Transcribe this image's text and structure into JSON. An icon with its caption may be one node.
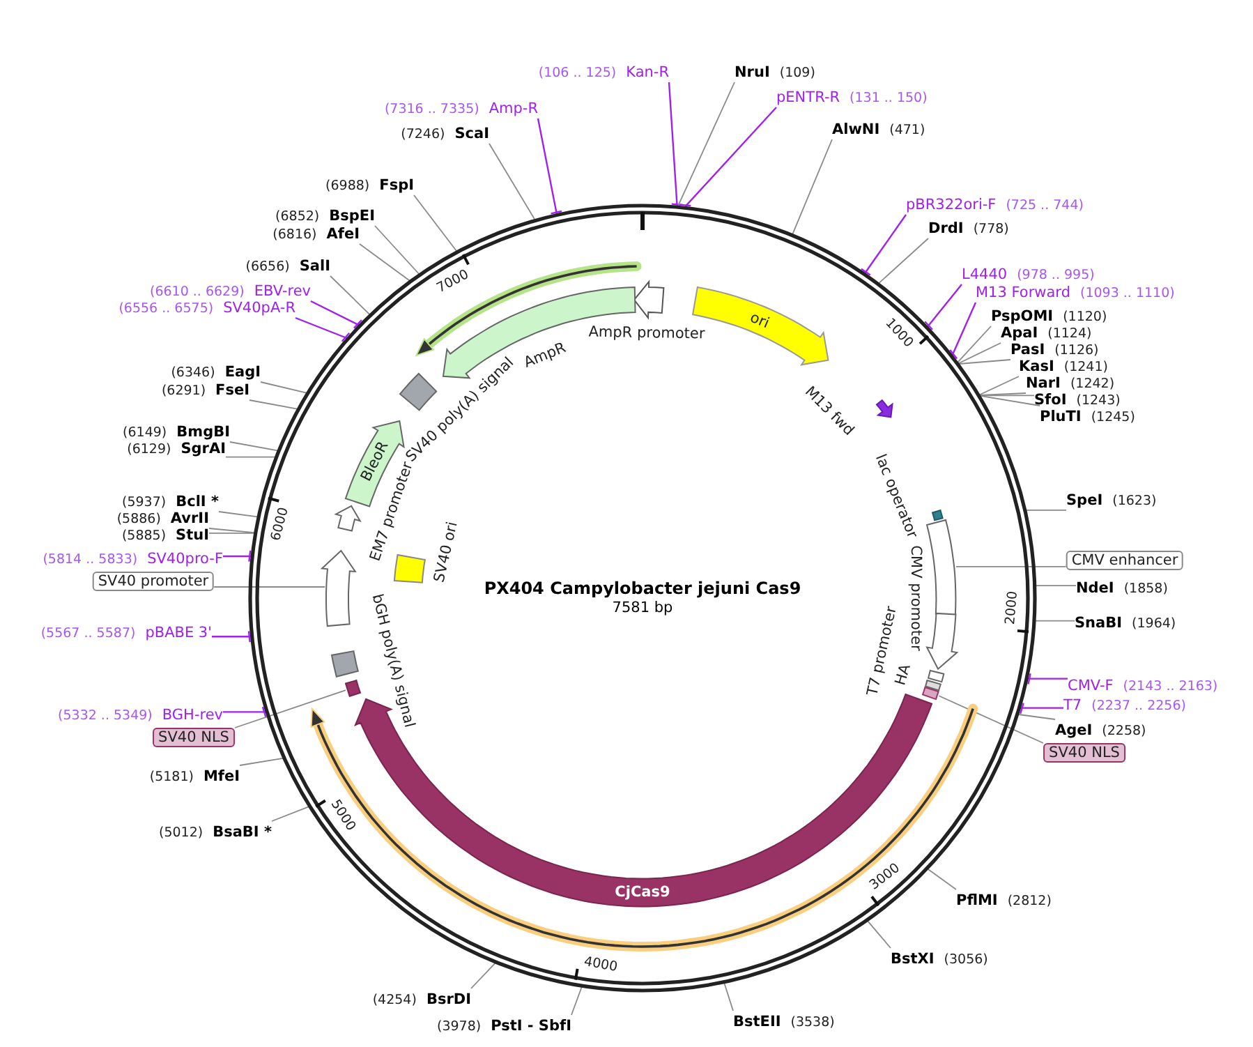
{
  "diagram": {
    "title": "PX404 Campylobacter jejuni Cas9",
    "nodes": [
      {
        "text": [
          "(106 .. 125)",
          "Kan-R"
        ]
      },
      {
        "text": [
          "NruI",
          "(109)"
        ]
      },
      {
        "text": [
          "pENTR-R",
          "(131 .. 150)"
        ]
      },
      {
        "text": [
          "AlwNI",
          "(471)"
        ]
      },
      {
        "text": [
          "pBR322ori-F",
          "(725 .. 744)"
        ]
      },
      {
        "text": [
          "DrdI",
          "(778)"
        ]
      },
      {
        "text": [
          "L4440",
          "(978 .. 995)"
        ]
      },
      {
        "text": [
          "M13 Forward",
          "(1093 .. 1110)"
        ]
      },
      {
        "text": [
          "PspOMI",
          "(1120)"
        ]
      },
      {
        "text": [
          "ApaI",
          "(1124)"
        ]
      },
      {
        "text": [
          "PasI",
          "(1126)"
        ]
      },
      {
        "text": [
          "KasI",
          "(1241)"
        ]
      },
      {
        "text": [
          "NarI",
          "(1242)"
        ]
      },
      {
        "text": [
          "SfoI",
          "(1243)"
        ]
      },
      {
        "text": [
          "PluTI",
          "(1245)"
        ]
      },
      {
        "text": [
          "SpeI",
          "(1623)"
        ]
      },
      {
        "text": [
          "NdeI",
          "(1858)"
        ]
      },
      {
        "text": [
          "SnaBI",
          "(1964)"
        ]
      },
      {
        "text": [
          "CMV-F",
          "(2143 .. 2163)"
        ]
      },
      {
        "text": [
          "T7",
          "(2237 .. 2256)"
        ]
      },
      {
        "text": [
          "AgeI",
          "(2258)"
        ]
      },
      {
        "text": [
          "PflMI",
          "(2812)"
        ]
      },
      {
        "text": [
          "BstXI",
          "(3056)"
        ]
      },
      {
        "text": [
          "BstEII",
          "(3538)"
        ]
      },
      {
        "text": [
          "(3978)",
          "PstI - SbfI"
        ]
      },
      {
        "text": [
          "(4254)",
          "BsrDI"
        ]
      },
      {
        "text": [
          "(5012)",
          "BsaBI *"
        ]
      },
      {
        "text": [
          "(5181)",
          "MfeI"
        ]
      },
      {
        "text": [
          "(5332 .. 5349)",
          "BGH-rev"
        ]
      },
      {
        "text": [
          "(5567 .. 5587)",
          "pBABE 3'"
        ]
      },
      {
        "text": [
          "(5814 .. 5833)",
          "SV40pro-F"
        ]
      },
      {
        "text": [
          "(5885)",
          "StuI"
        ]
      },
      {
        "text": [
          "(5886)",
          "AvrII"
        ]
      },
      {
        "text": [
          "(5937)",
          "BclI *"
        ]
      },
      {
        "text": [
          "(6129)",
          "SgrAI"
        ]
      },
      {
        "text": [
          "(6149)",
          "BmgBI"
        ]
      },
      {
        "text": [
          "(6291)",
          "FseI"
        ]
      },
      {
        "text": [
          "(6346)",
          "EagI"
        ]
      },
      {
        "text": [
          "(6556 .. 6575)",
          "SV40pA-R"
        ]
      },
      {
        "text": [
          "(6610 .. 6629)",
          "EBV-rev"
        ]
      },
      {
        "text": [
          "(6656)",
          "SalI"
        ]
      },
      {
        "text": [
          "(6816)",
          "AfeI"
        ]
      },
      {
        "text": [
          "(6852)",
          "BspEI"
        ]
      },
      {
        "text": [
          "(6988)",
          "FspI"
        ]
      },
      {
        "text": [
          "(7246)",
          "ScaI"
        ]
      },
      {
        "text": [
          "(7316 .. 7335)",
          "Amp-R"
        ]
      },
      {
        "text": [
          "AmpR promoter"
        ]
      },
      {
        "text": [
          "AmpR"
        ]
      },
      {
        "text": [
          "ori"
        ]
      },
      {
        "text": [
          "M13 fwd"
        ]
      },
      {
        "text": [
          "lac operator"
        ]
      },
      {
        "text": [],
        "shape": "box"
      },
      {
        "text": [
          "CMV promoter"
        ]
      },
      {
        "text": [
          "T7 promoter"
        ]
      },
      {
        "text": [
          "HA"
        ]
      },
      {
        "text": [],
        "shape": "box"
      },
      {
        "text": [
          "CjCas9"
        ]
      },
      {
        "text": [],
        "shape": "box"
      },
      {
        "text": [
          "bGH poly(A) signal"
        ]
      },
      {
        "text": [],
        "shape": "arrow"
      },
      {
        "text": [
          "EM7 promoter"
        ]
      },
      {
        "text": [
          "BleoR"
        ]
      },
      {
        "text": [
          "SV40 poly(A) signal"
        ]
      },
      {
        "text": [
          "SV40 ori"
        ]
      },
      {
        "text": [
          "CMV enhancer"
        ]
      },
      {
        "text": [
          "SV40 NLS"
        ]
      },
      {
        "text": [
          "SV40 NLS"
        ]
      },
      {
        "text": [
          "SV40 promoter"
        ]
      }
    ],
    "edges": [
      {
        "from": 0,
        "to": null,
        "arrow": "none",
        "color": "#a020f0"
      },
      {
        "from": 1,
        "to": null,
        "arrow": "none"
      },
      {
        "from": 2,
        "to": null,
        "arrow": "none",
        "color": "#a020f0"
      },
      {
        "from": 3,
        "to": null,
        "arrow": "none"
      },
      {
        "from": 4,
        "to": null,
        "arrow": "none",
        "color": "#a020f0"
      },
      {
        "from": 5,
        "to": null,
        "arrow": "none"
      },
      {
        "from": 6,
        "to": null,
        "arrow": "none",
        "color": "#a020f0"
      },
      {
        "from": 7,
        "to": null,
        "arrow": "none",
        "color": "#a020f0"
      },
      {
        "from": 8,
        "to": null,
        "arrow": "none"
      },
      {
        "from": 9,
        "to": null,
        "arrow": "none"
      },
      {
        "from": 10,
        "to": null,
        "arrow": "none"
      },
      {
        "from": 11,
        "to": null,
        "arrow": "none"
      },
      {
        "from": 12,
        "to": null,
        "arrow": "none"
      },
      {
        "from": 13,
        "to": null,
        "arrow": "none"
      },
      {
        "from": 14,
        "to": null,
        "arrow": "none"
      },
      {
        "from": 15,
        "to": null,
        "arrow": "none"
      },
      {
        "from": 16,
        "to": null,
        "arrow": "none"
      },
      {
        "from": 17,
        "to": null,
        "arrow": "none"
      },
      {
        "from": 18,
        "to": null,
        "arrow": "none",
        "color": "#a020f0"
      },
      {
        "from": 19,
        "to": null,
        "arrow": "none",
        "color": "#a020f0"
      },
      {
        "from": 20,
        "to": null,
        "arrow": "none"
      },
      {
        "from": 21,
        "to": null,
        "arrow": "none"
      },
      {
        "from": 22,
        "to": null,
        "arrow": "none"
      },
      {
        "from": 23,
        "to": null,
        "arrow": "none"
      },
      {
        "from": 24,
        "to": null,
        "arrow": "none"
      },
      {
        "from": 25,
        "to": null,
        "arrow": "none"
      },
      {
        "from": 26,
        "to": null,
        "arrow": "none"
      },
      {
        "from": 27,
        "to": null,
        "arrow": "none"
      },
      {
        "from": 28,
        "to": null,
        "arrow": "none",
        "color": "#a020f0"
      },
      {
        "from": 29,
        "to": null,
        "arrow": "none",
        "color": "#a020f0"
      },
      {
        "from": 30,
        "to": null,
        "arrow": "none",
        "color": "#a020f0"
      },
      {
        "from": 31,
        "to": null,
        "arrow": "none"
      },
      {
        "from": 32,
        "to": null,
        "arrow": "none"
      },
      {
        "from": 33,
        "to": null,
        "arrow": "none"
      },
      {
        "from": 34,
        "to": null,
        "arrow": "none"
      },
      {
        "from": 35,
        "to": null,
        "arrow": "none"
      },
      {
        "from": 36,
        "to": null,
        "arrow": "none"
      },
      {
        "from": 37,
        "to": null,
        "arrow": "none"
      },
      {
        "from": 38,
        "to": null,
        "arrow": "none",
        "color": "#a020f0"
      },
      {
        "from": 39,
        "to": null,
        "arrow": "none",
        "color": "#a020f0"
      },
      {
        "from": 40,
        "to": null,
        "arrow": "none"
      },
      {
        "from": 41,
        "to": null,
        "arrow": "none"
      },
      {
        "from": 42,
        "to": null,
        "arrow": "none"
      },
      {
        "from": 43,
        "to": null,
        "arrow": "none"
      },
      {
        "from": 44,
        "to": null,
        "arrow": "none"
      },
      {
        "from": 45,
        "to": null,
        "arrow": "none",
        "color": "#a020f0"
      },
      {
        "from": 64,
        "to": 51,
        "arrow": "none"
      },
      {
        "from": 65,
        "to": 55,
        "arrow": "none"
      },
      {
        "from": 66,
        "to": 57,
        "arrow": "none"
      },
      {
        "from": 67,
        "to": 59,
        "arrow": "none"
      }
    ],
    "labels": [
      "7581 bp",
      "1000",
      "2000",
      "3000",
      "4000",
      "5000",
      "6000",
      "7000"
    ]
  }
}
